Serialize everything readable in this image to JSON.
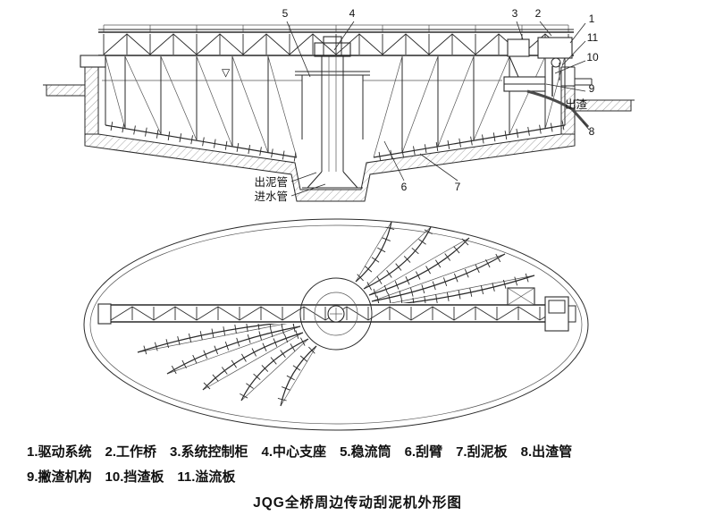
{
  "title": "JQG全桥周边传动刮泥机外形图",
  "labels": {
    "discharge": "出渣",
    "mud_pipe": "出泥管",
    "inlet_pipe": "进水管",
    "water_symbol": "▽"
  },
  "callouts": {
    "n1": "1",
    "n2": "2",
    "n3": "3",
    "n4": "4",
    "n5": "5",
    "n6": "6",
    "n7": "7",
    "n8": "8",
    "n9": "9",
    "n10": "10",
    "n11": "11"
  },
  "legend": {
    "row1": [
      "1.驱动系统",
      "2.工作桥",
      "3.系统控制柜",
      "4.中心支座",
      "5.稳流筒",
      "6.刮臂",
      "7.刮泥板",
      "8.出渣管"
    ],
    "row2": [
      "9.撇渣机构",
      "10.挡渣板",
      "11.溢流板"
    ]
  }
}
